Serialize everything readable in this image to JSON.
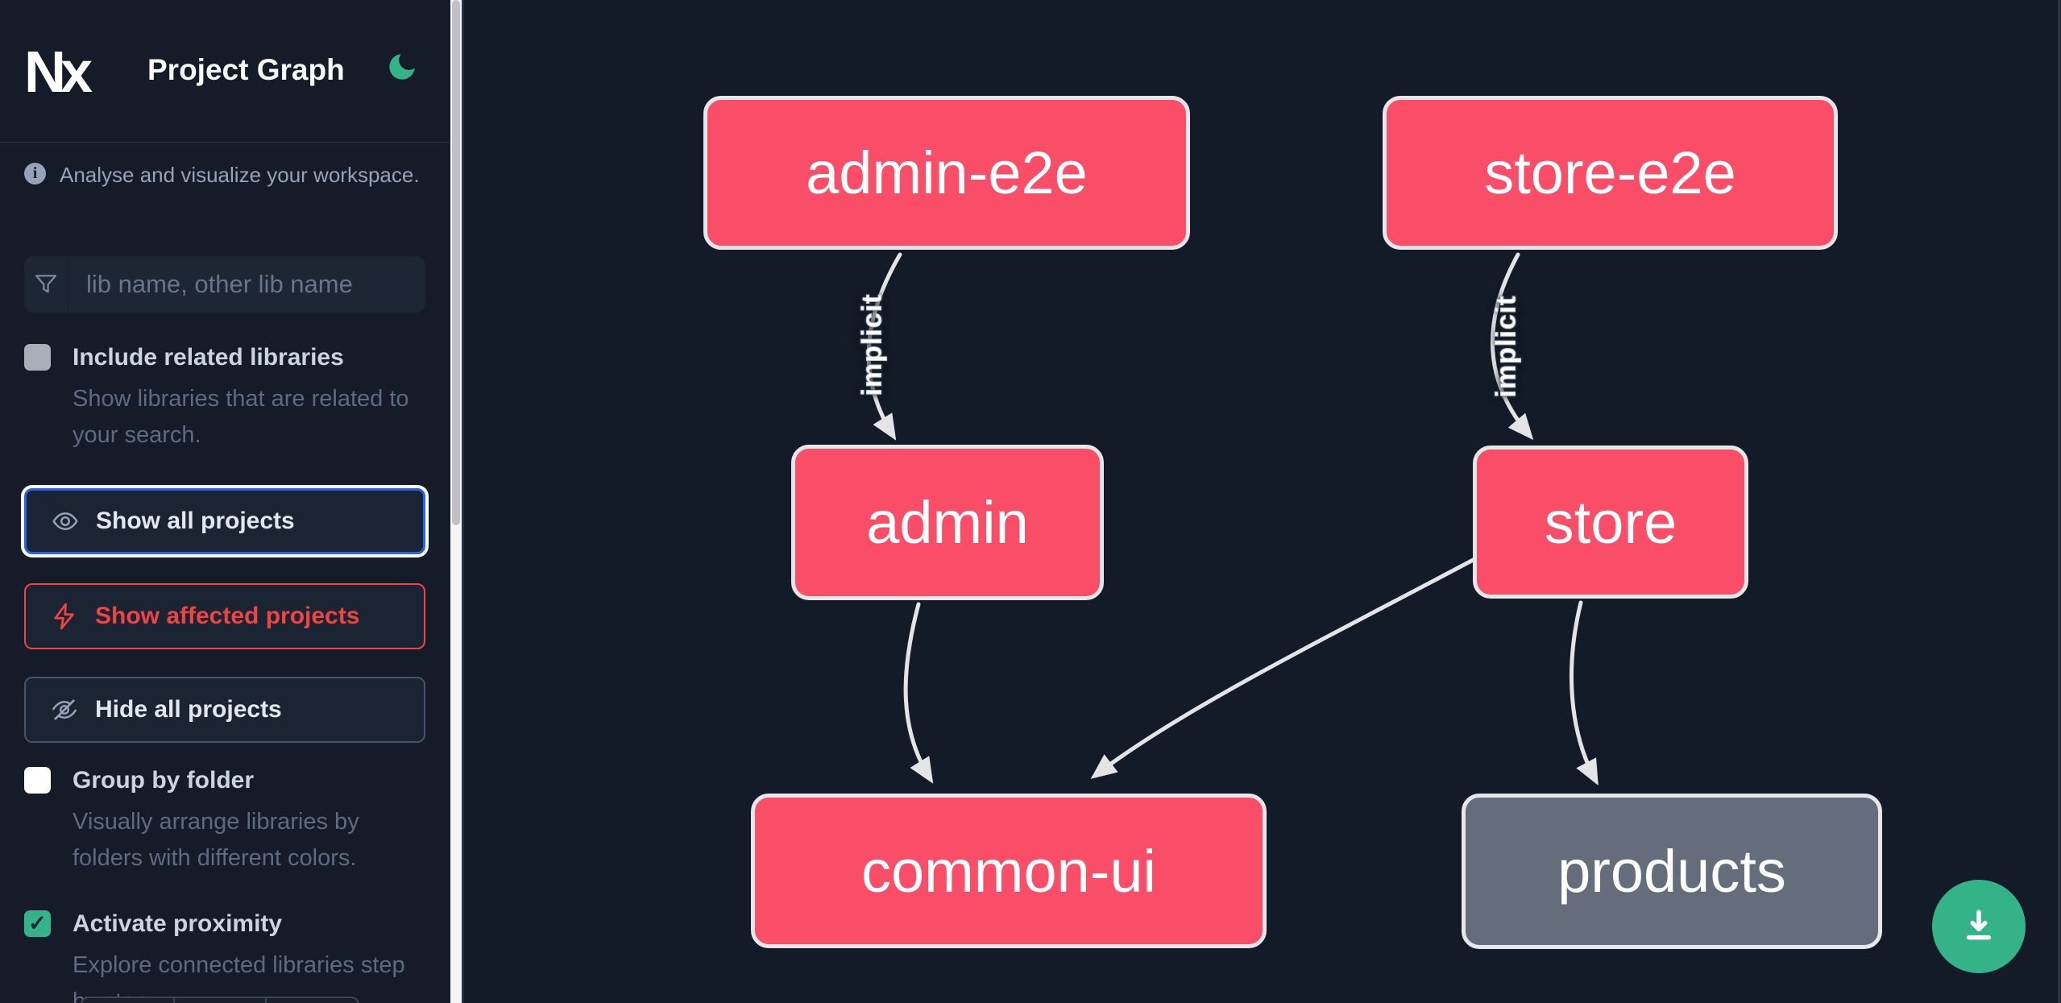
{
  "header": {
    "app_name": "Nx",
    "title": "Project Graph",
    "theme_icon": "moon-icon"
  },
  "sidebar": {
    "tagline": "Analyse and visualize your workspace.",
    "search": {
      "placeholder": "lib name, other lib name",
      "icon": "funnel-icon"
    },
    "toggles": [
      {
        "label": "Include related libraries",
        "description": "Show libraries that are related to your search.",
        "checked": false
      },
      {
        "label": "Group by folder",
        "description": "Visually arrange libraries by folders with different colors.",
        "checked": false
      },
      {
        "label": "Activate proximity",
        "description": "Explore connected libraries step by step.",
        "checked": true
      }
    ],
    "buttons": [
      {
        "label": "Show all projects",
        "icon": "eye-icon",
        "state": "focused"
      },
      {
        "label": "Show affected projects",
        "icon": "bolt-icon",
        "state": "affected"
      },
      {
        "label": "Hide all projects",
        "icon": "eye-off-icon",
        "state": "default"
      }
    ]
  },
  "graph": {
    "nodes": [
      {
        "id": "admin-e2e",
        "label": "admin-e2e",
        "type": "app"
      },
      {
        "id": "store-e2e",
        "label": "store-e2e",
        "type": "app"
      },
      {
        "id": "admin",
        "label": "admin",
        "type": "app"
      },
      {
        "id": "store",
        "label": "store",
        "type": "app"
      },
      {
        "id": "common-ui",
        "label": "common-ui",
        "type": "app"
      },
      {
        "id": "products",
        "label": "products",
        "type": "lib"
      }
    ],
    "edges": [
      {
        "from": "admin-e2e",
        "to": "admin",
        "label": "implicit",
        "type": "implicit"
      },
      {
        "from": "store-e2e",
        "to": "store",
        "label": "implicit",
        "type": "implicit"
      },
      {
        "from": "admin",
        "to": "common-ui",
        "type": "static"
      },
      {
        "from": "store",
        "to": "common-ui",
        "type": "static"
      },
      {
        "from": "store",
        "to": "products",
        "type": "static"
      }
    ]
  },
  "actions": {
    "download_icon": "download-icon"
  },
  "colors": {
    "canvas_bg": "#131b28",
    "sidebar_bg": "#151b28",
    "node_app": "#f94d68",
    "node_lib": "#656d7c",
    "node_border": "#e6e7e9",
    "edge": "#e4e4e6",
    "accent_green": "#35b388",
    "affected_red": "#ee4444",
    "focus_blue": "#2564eb"
  }
}
